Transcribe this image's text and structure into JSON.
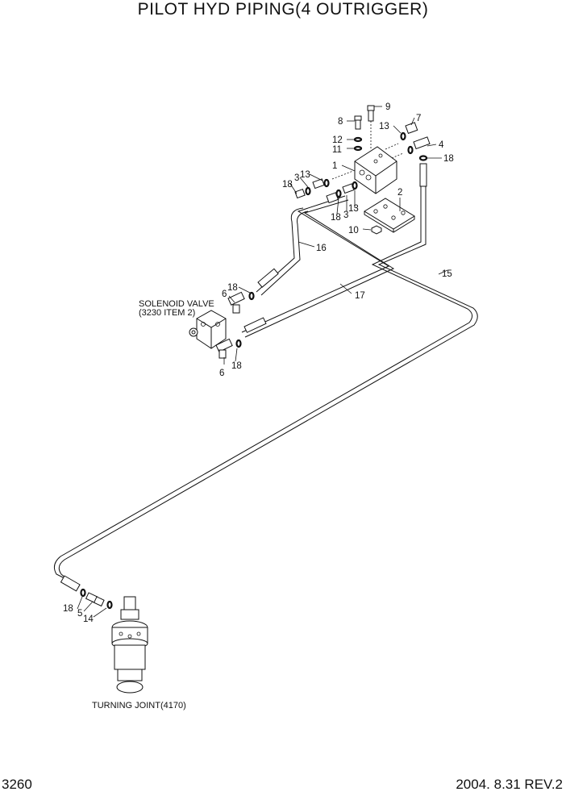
{
  "header": {
    "title": "PILOT HYD PIPING(4 OUTRIGGER)"
  },
  "footer": {
    "page_number": "3260",
    "date_rev": "2004. 8.31  REV.2"
  },
  "callouts": {
    "c1": "1",
    "c2": "2",
    "c3a": "3",
    "c3b": "3",
    "c4": "4",
    "c5": "5",
    "c6a": "6",
    "c6b": "6",
    "c7": "7",
    "c8": "8",
    "c9": "9",
    "c10": "10",
    "c11": "11",
    "c12": "12",
    "c13a": "13",
    "c13b": "13",
    "c13c": "13",
    "c14": "14",
    "c15": "15",
    "c16": "16",
    "c17": "17",
    "c18a": "18",
    "c18b": "18",
    "c18c": "18",
    "c18d": "18",
    "c18e": "18",
    "c18f": "18"
  },
  "annotations": {
    "solenoid_line1": "SOLENOID VALVE",
    "solenoid_line2": "(3230 ITEM 2)",
    "turning_joint": "TURNING JOINT(4170)"
  }
}
